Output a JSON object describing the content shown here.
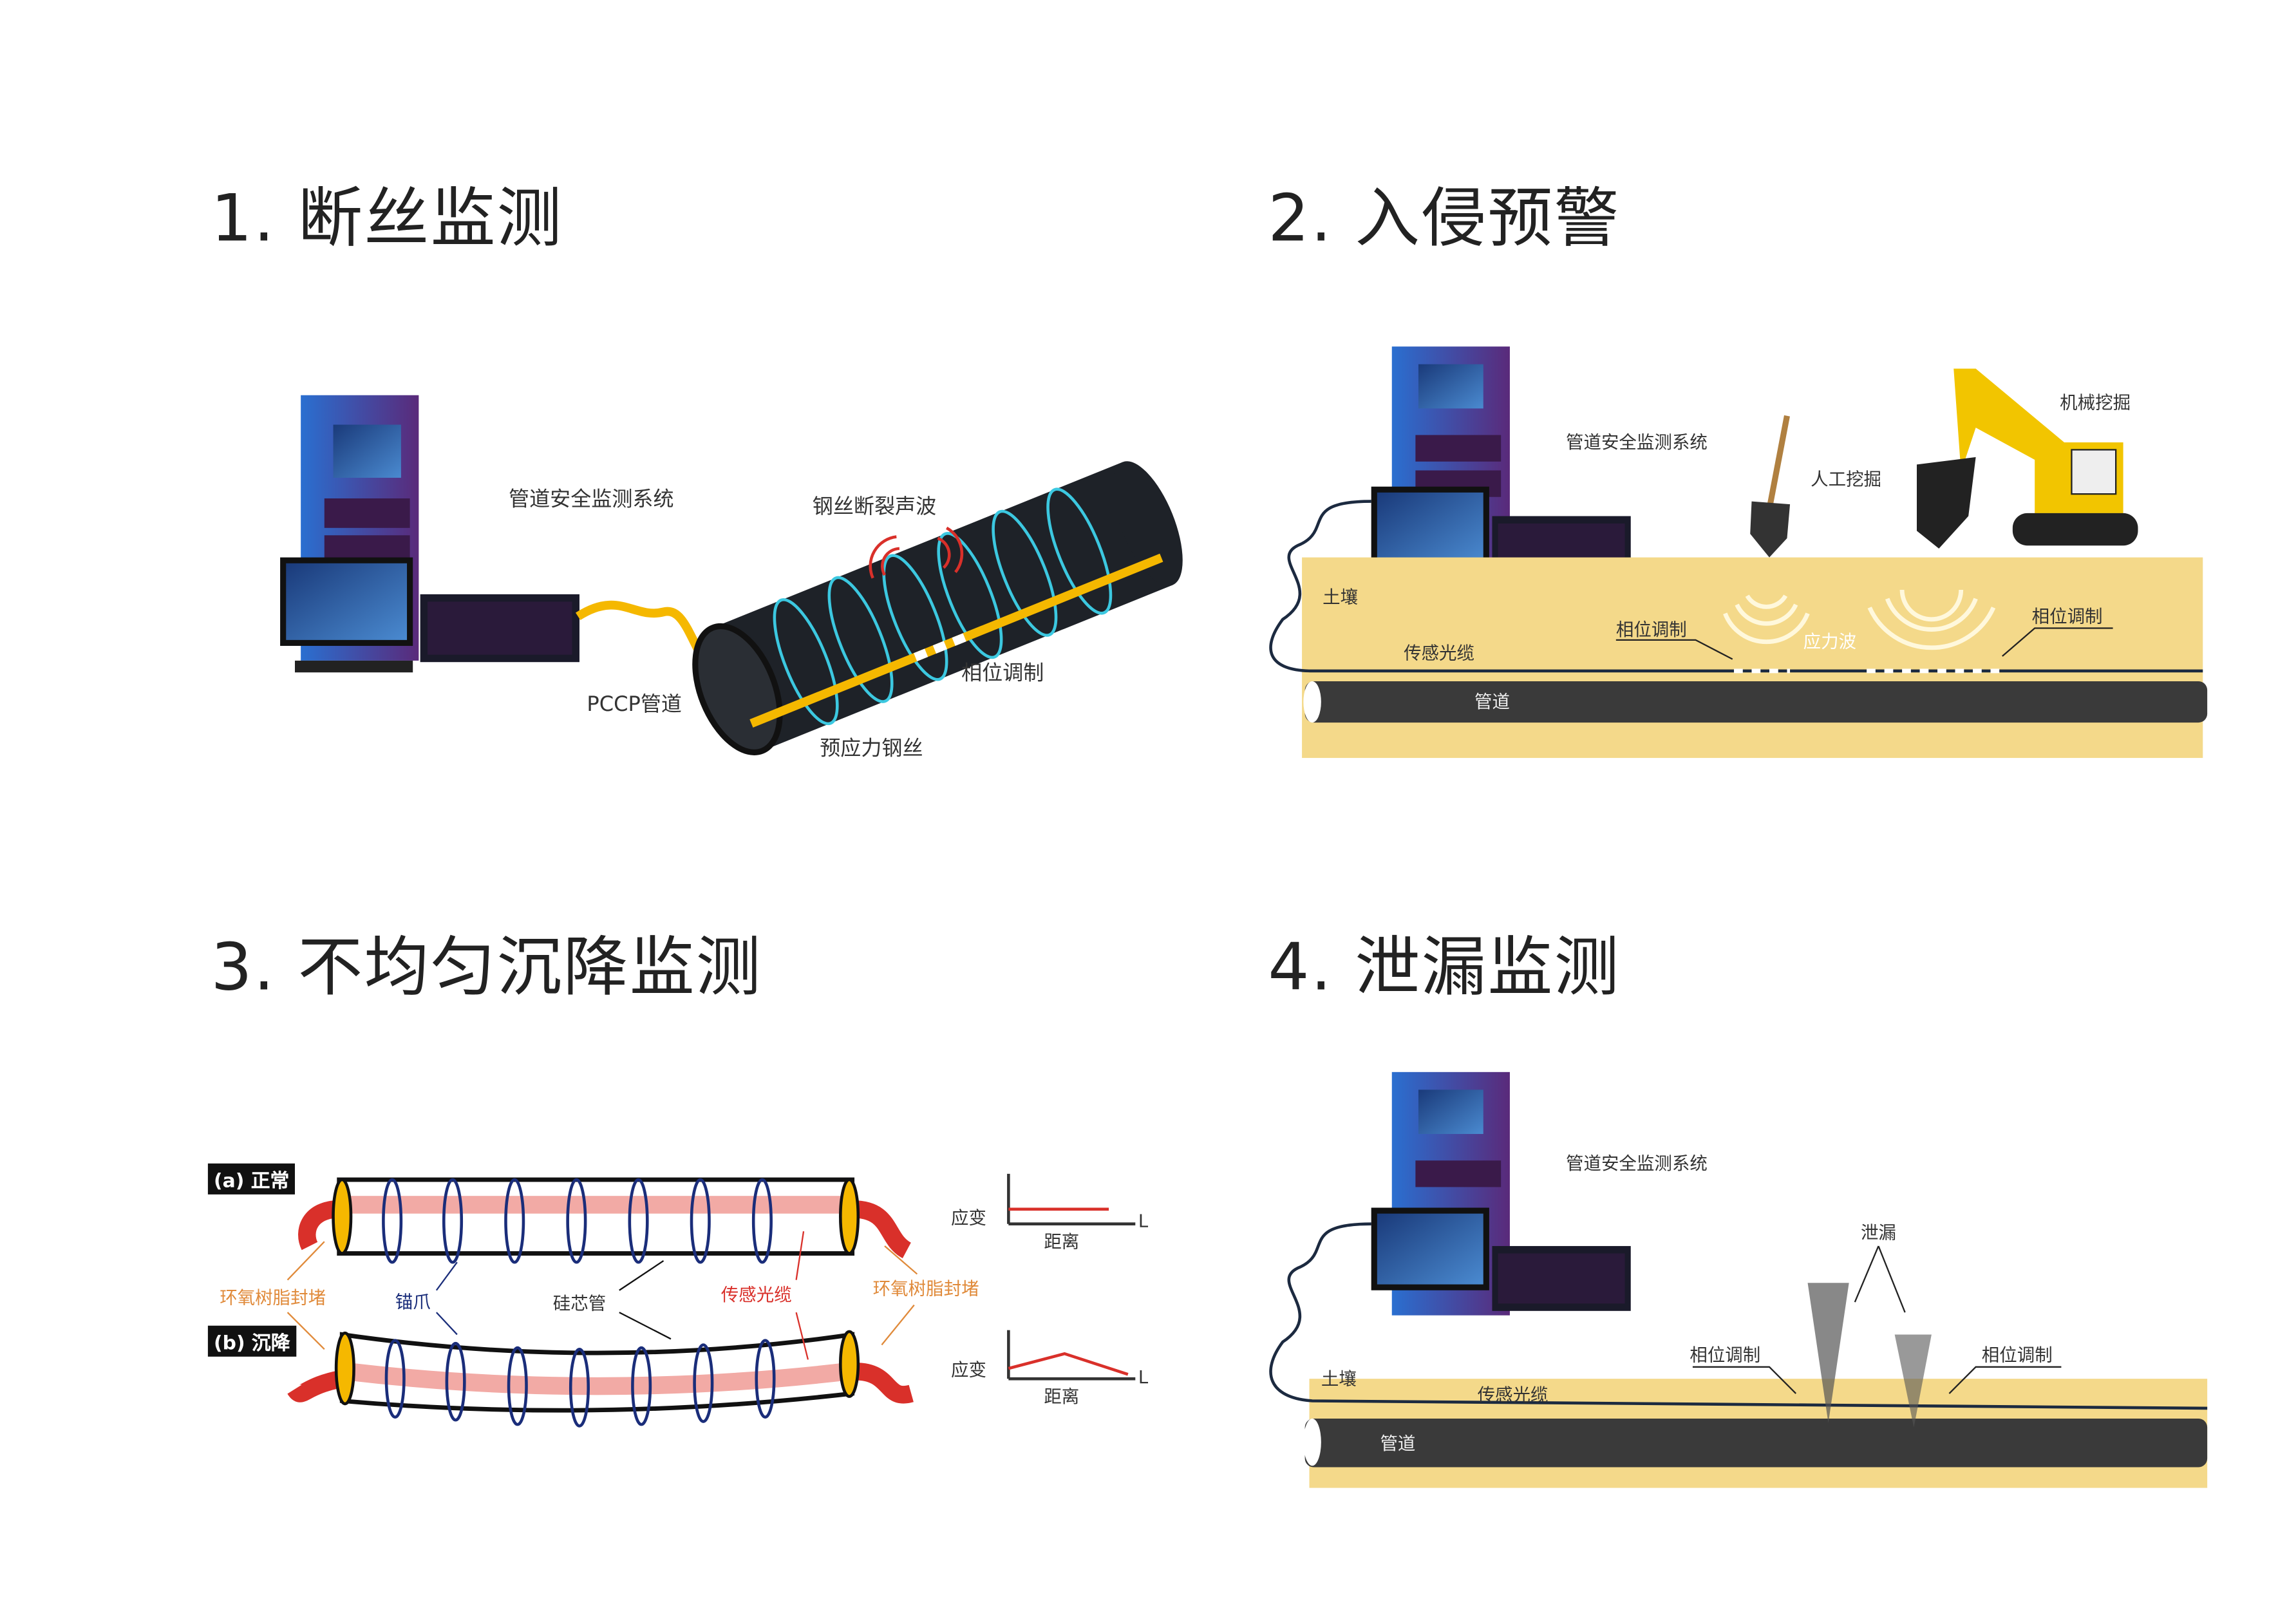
{
  "sections": [
    {
      "title": "1. 断丝监测",
      "labels": {
        "system": "管道安全监测系统",
        "wire_break_wave": "钢丝断裂声波",
        "phase_mod": "相位调制",
        "pccp_pipe": "PCCP管道",
        "prestressed_wire": "预应力钢丝"
      }
    },
    {
      "title": "2. 入侵预警",
      "labels": {
        "system": "管道安全监测系统",
        "manual_dig": "人工挖掘",
        "machine_dig": "机械挖掘",
        "soil": "土壤",
        "phase_mod_left": "相位调制",
        "stress_wave": "应力波",
        "phase_mod_right": "相位调制",
        "sensing_cable": "传感光缆",
        "pipe": "管道"
      }
    },
    {
      "title": "3. 不均匀沉降监测",
      "labels": {
        "normal": "(a) 正常",
        "settlement": "(b) 沉降",
        "epoxy_left": "环氧树脂封堵",
        "anchor": "锚爪",
        "silicon_pipe": "硅芯管",
        "sensing_cable": "传感光缆",
        "epoxy_right": "环氧树脂封堵",
        "strain_a": "应变",
        "distance_a": "距离",
        "axis_l_a": "L",
        "strain_b": "应变",
        "distance_b": "距离",
        "axis_l_b": "L"
      }
    },
    {
      "title": "4. 泄漏监测",
      "labels": {
        "system": "管道安全监测系统",
        "leak": "泄漏",
        "phase_mod_left": "相位调制",
        "phase_mod_right": "相位调制",
        "soil": "土壤",
        "sensing_cable": "传感光缆",
        "pipe": "管道"
      }
    }
  ],
  "colors": {
    "soil": "#f4d98a",
    "pipe": "#3a3a3a",
    "cable_yellow": "#f5b800",
    "ring_cyan": "#3cc8e0",
    "red": "#d9302a",
    "navy": "#1a2d7a",
    "epoxy_orange": "#e08a3a"
  }
}
